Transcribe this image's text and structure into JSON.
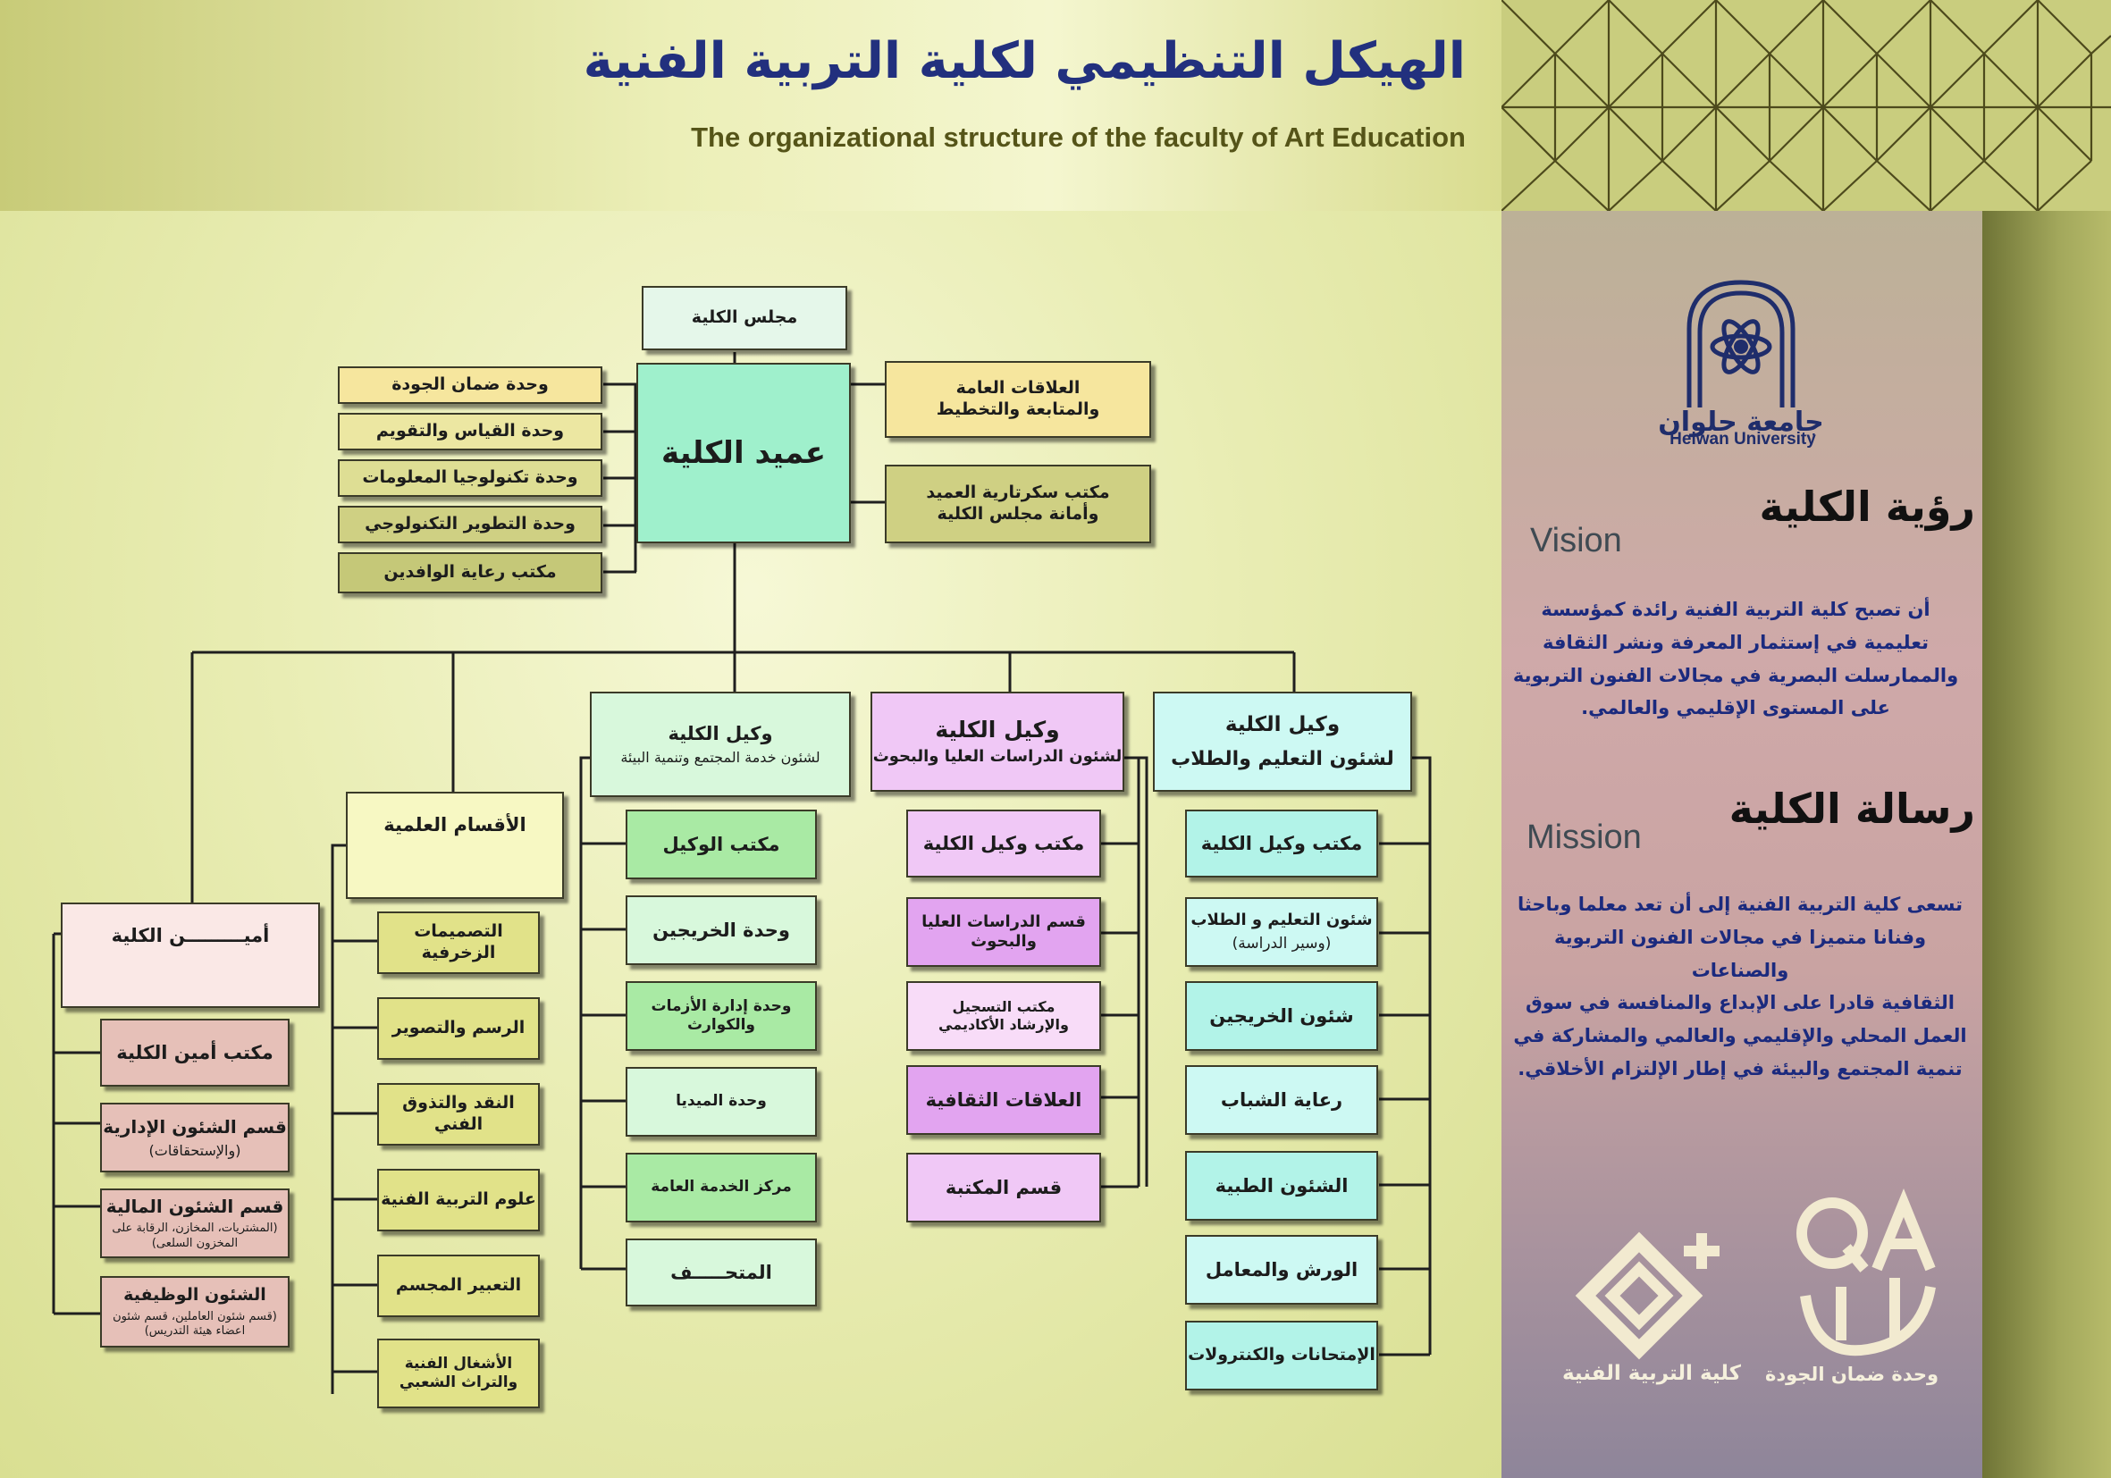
{
  "header": {
    "title_ar": "الهيكل التنظيمي لكلية التربية الفنية",
    "title_en": "The organizational structure of the faculty of Art Education"
  },
  "colors": {
    "title": "#22307e",
    "subtitle": "#555418",
    "connector": "#1f1f1f",
    "sidebar_text": "#1b2a7e"
  },
  "chart": {
    "council": "مجلس الكلية",
    "dean": "عميد الكلية",
    "left_units": [
      "وحدة ضمان الجودة",
      "وحدة القياس والتقويم",
      "وحدة تكنولوجيا المعلومات",
      "وحدة التطوير التكنولوجي",
      "مكتب رعاية الوافدين"
    ],
    "right_units": [
      {
        "line1": "العلاقات العامة",
        "line2": "والمتابعة والتخطيط"
      },
      {
        "line1": "مكتب سكرتارية العميد",
        "line2": "وأمانة مجلس الكلية"
      }
    ],
    "vp_education": {
      "title": "وكيل الكلية",
      "subtitle": "لشئون التعليم والطلاب",
      "items": [
        {
          "line1": "مكتب وكيل الكلية",
          "line2": ""
        },
        {
          "line1": "شئون التعليم و الطلاب",
          "line2": "(وسير الدراسة)"
        },
        {
          "line1": "شئون الخريجين",
          "line2": ""
        },
        {
          "line1": "رعاية الشباب",
          "line2": ""
        },
        {
          "line1": "الشئون الطبية",
          "line2": ""
        },
        {
          "line1": "الورش والمعامل",
          "line2": ""
        },
        {
          "line1": "الإمتحانات والكنترولات",
          "line2": ""
        }
      ]
    },
    "vp_research": {
      "title": "وكيل الكلية",
      "subtitle": "لشئون الدراسات العليا والبحوث",
      "items": [
        {
          "line1": "مكتب وكيل الكلية",
          "line2": ""
        },
        {
          "line1": "قسم الدراسات العليا",
          "line2": "والبحوث"
        },
        {
          "line1": "مكتب التسجيل",
          "line2": "والإرشاد الأكاديمي"
        },
        {
          "line1": "العلاقات الثقافية",
          "line2": ""
        },
        {
          "line1": "قسم المكتبة",
          "line2": ""
        }
      ]
    },
    "vp_community": {
      "title": "وكيل الكلية",
      "subtitle": "لشئون خدمة المجتمع وتنمية البيئة",
      "items": [
        {
          "line1": "مكتب الوكيل",
          "line2": ""
        },
        {
          "line1": "وحدة الخريجين",
          "line2": ""
        },
        {
          "line1": "وحدة إدارة الأزمات",
          "line2": "والكوارث"
        },
        {
          "line1": "وحدة الميديا",
          "line2": ""
        },
        {
          "line1": "مركز الخدمة العامة",
          "line2": ""
        },
        {
          "line1": "المتحـــــف",
          "line2": ""
        }
      ]
    },
    "departments": {
      "title": "الأقسام العلمية",
      "items": [
        {
          "line1": "التصميمات الزخرفية",
          "line2": ""
        },
        {
          "line1": "الرسم والتصوير",
          "line2": ""
        },
        {
          "line1": "النقد والتذوق الفني",
          "line2": ""
        },
        {
          "line1": "علوم التربية الفنية",
          "line2": ""
        },
        {
          "line1": "التعبير المجسم",
          "line2": ""
        },
        {
          "line1": "الأشغال الفنية",
          "line2": "والتراث الشعبي"
        }
      ]
    },
    "secretary": {
      "title": "أميـــــــــن الكلية",
      "items": [
        {
          "line1": "مكتب أمين الكلية",
          "line2": ""
        },
        {
          "line1": "قسم  الشئون الإدارية",
          "line2": "(والإستحقاقات)"
        },
        {
          "line1": "قسم الشئون المالية",
          "line2": "(المشتريات، المخازن، الرقابة على المخزون السلعى)"
        },
        {
          "line1": "الشئون الوظيفية",
          "line2": "(قسم شئون العاملين، قسم شئون اعضاء هيئة التدريس)"
        }
      ]
    }
  },
  "sidebar": {
    "university": "Helwan University",
    "university_ar": "جامعة حلوان",
    "vision_title": "رؤية الكلية",
    "vision_en": "Vision",
    "vision_lines": [
      "أن تصبح كلية التربية الفنية رائدة كمؤسسة",
      "تعليمية في إستثمار المعرفة ونشر الثقافة",
      "والممارسلت البصرية في مجالات الفنون التربوية",
      "على المستوى الإقليمي والعالمي."
    ],
    "mission_title": "رسالة الكلية",
    "mission_en": "Mission",
    "mission_lines": [
      "تسعى كلية التربية الفنية إلى أن تعد معلما وباحثا",
      "وفنانا متميزا في مجالات الفنون التربوية والصناعات",
      "الثقافية قادرا على الإبداع والمنافسة في سوق",
      "العمل المحلي والإقليمي والعالمي والمشاركة في",
      "تنمية  المجتمع والبيئة في إطار الإلتزام الأخلاقي."
    ],
    "logo_faculty_caption": "كلية التربية الفنية",
    "logo_quality_caption": "وحدة ضمان الجودة"
  }
}
